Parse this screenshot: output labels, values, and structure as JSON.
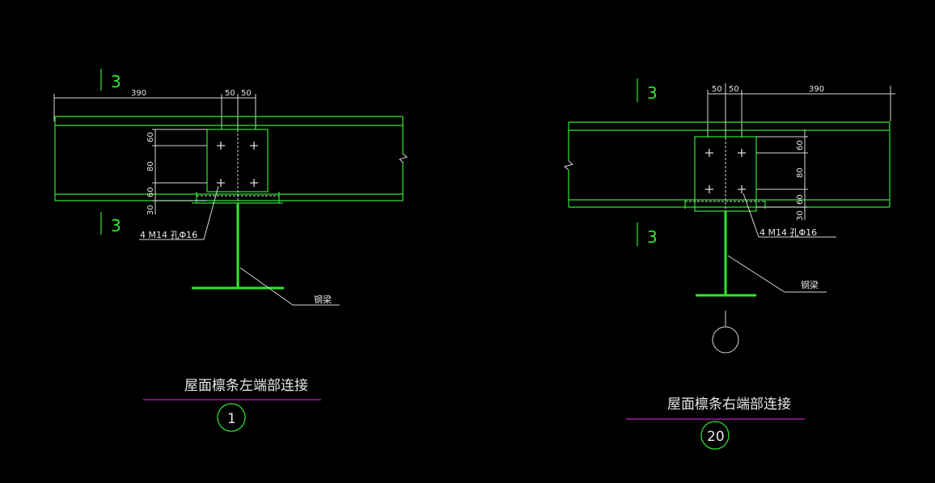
{
  "colors": {
    "background": "#000000",
    "geometry": "#2ee82e",
    "dimension": "#d8d8d8",
    "title_line": "#c21ec2"
  },
  "left_detail": {
    "dim_390": "390",
    "dim_50a": "50",
    "dim_50b": "50",
    "dim_60a": "60",
    "dim_80": "80",
    "dim_60b": "60",
    "dim_30": "30",
    "section_top": "3",
    "section_bottom": "3",
    "bolt_note": "4 M14 孔Φ16",
    "beam_note": "钢梁",
    "title": "屋面檩条左端部连接",
    "number": "1"
  },
  "right_detail": {
    "dim_50a": "50",
    "dim_50b": "50",
    "dim_390": "390",
    "dim_60a": "60",
    "dim_80": "80",
    "dim_60b": "60",
    "dim_30": "30",
    "section_top": "3",
    "section_bottom": "3",
    "bolt_note": "4 M14 孔Φ16",
    "beam_note": "钢梁",
    "title": "屋面檩条右端部连接",
    "number": "20"
  }
}
